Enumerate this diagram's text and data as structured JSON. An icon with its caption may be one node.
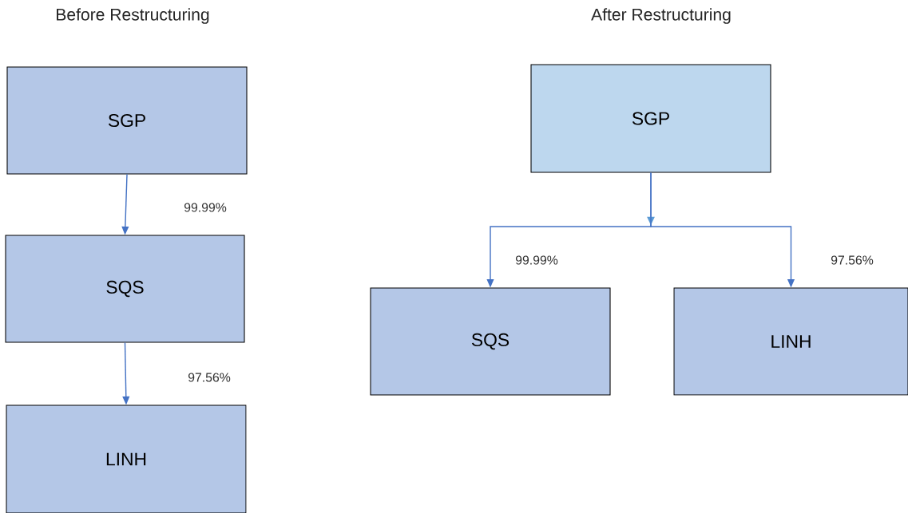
{
  "diagram": {
    "nodes": [
      {
        "text": [
          "SGP"
        ]
      },
      {
        "text": [
          "SQS"
        ]
      },
      {
        "text": [
          "LINH"
        ]
      },
      {
        "text": [
          "SGP"
        ]
      },
      {
        "text": [
          "SQS"
        ]
      },
      {
        "text": [
          "LINH"
        ]
      }
    ],
    "edges": [
      {
        "from": 0,
        "to": 1,
        "arrow": "to",
        "label": "99.99%"
      },
      {
        "from": 1,
        "to": 2,
        "arrow": "to",
        "label": "97.56%"
      },
      {
        "from": 3,
        "to": 4,
        "arrow": "to",
        "label": "99.99%"
      },
      {
        "from": 3,
        "to": 5,
        "arrow": "to",
        "label": "97.56%"
      }
    ],
    "labels": [
      "Before Restructuring",
      "After Restructuring"
    ]
  }
}
